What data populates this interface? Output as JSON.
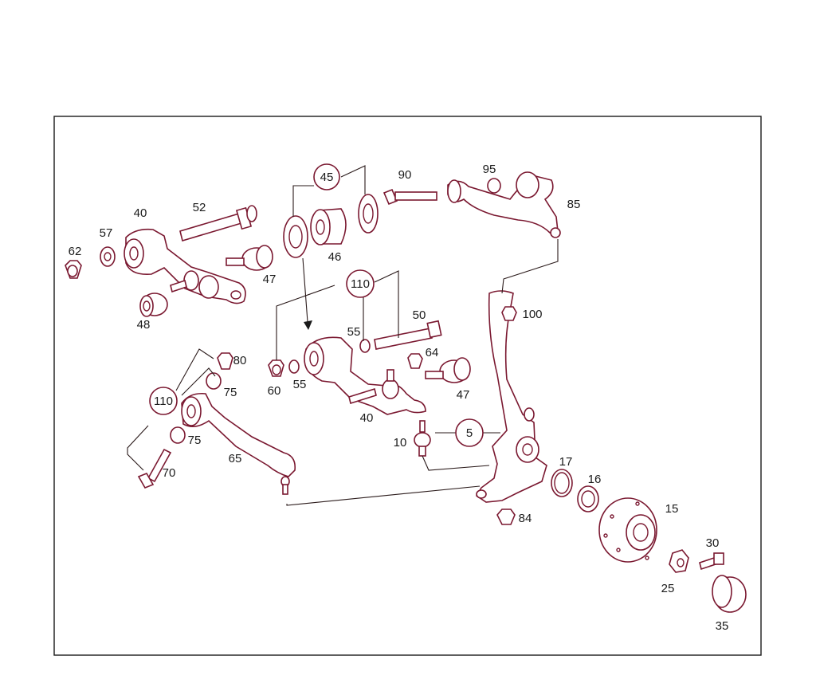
{
  "diagram": {
    "callouts": {
      "c62": "62",
      "c57": "57",
      "c40a": "40",
      "c52": "52",
      "c47a": "47",
      "c48": "48",
      "c46": "46",
      "c90": "90",
      "c95": "95",
      "c85": "85",
      "c100": "100",
      "c50": "50",
      "c55a": "55",
      "c64": "64",
      "c60": "60",
      "c55b": "55",
      "c47b": "47",
      "c40b": "40",
      "c80": "80",
      "c75a": "75",
      "c75b": "75",
      "c70": "70",
      "c65": "65",
      "c10": "10",
      "c17": "17",
      "c16": "16",
      "c15": "15",
      "c84": "84",
      "c30": "30",
      "c25": "25",
      "c35": "35"
    },
    "groups": {
      "g45": "45",
      "g110a": "110",
      "g110b": "110",
      "g5": "5"
    }
  }
}
